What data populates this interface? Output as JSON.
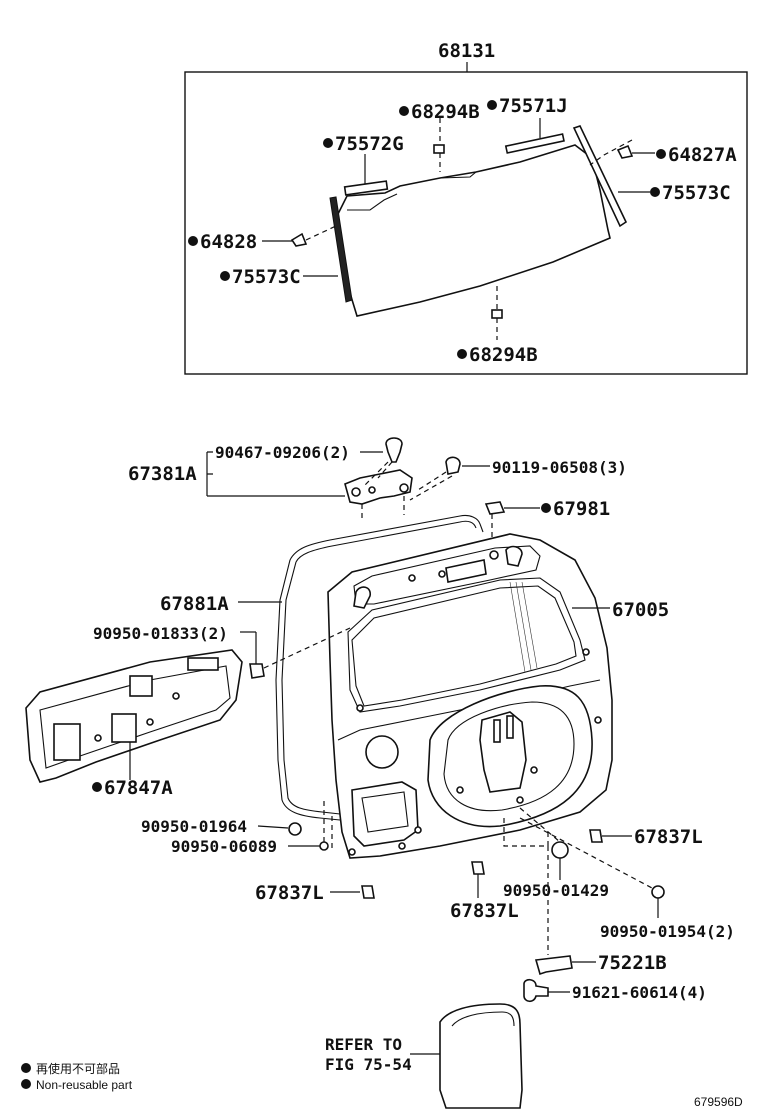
{
  "glass_group": {
    "label": "68131",
    "callouts": {
      "c_68294B_top": "68294B",
      "c_75571J": "75571J",
      "c_75572G": "75572G",
      "c_64827A": "64827A",
      "c_75573C_right": "75573C",
      "c_64828": "64828",
      "c_75573C_left": "75573C",
      "c_68294B_bottom": "68294B"
    }
  },
  "door_group": {
    "callouts": {
      "c_90467": "90467-09206(2)",
      "c_67381A": "67381A",
      "c_90119": "90119-06508(3)",
      "c_67981": "67981",
      "c_67881A": "67881A",
      "c_67005": "67005",
      "c_90950_01833": "90950-01833(2)",
      "c_67847A": "67847A",
      "c_90950_01964": "90950-01964",
      "c_90950_06089": "90950-06089",
      "c_67837L_right": "67837L",
      "c_67837L_left": "67837L",
      "c_67837L_mid": "67837L",
      "c_90950_01429": "90950-01429",
      "c_90950_01954": "90950-01954(2)",
      "c_75221B": "75221B",
      "c_91621": "91621-60614(4)",
      "refer_line1": "REFER TO",
      "refer_line2": "FIG 75-54"
    }
  },
  "legend": {
    "jp": "再使用不可部品",
    "en": "Non-reusable part",
    "bullet_color": "#111111"
  },
  "figure_id": "679596D"
}
